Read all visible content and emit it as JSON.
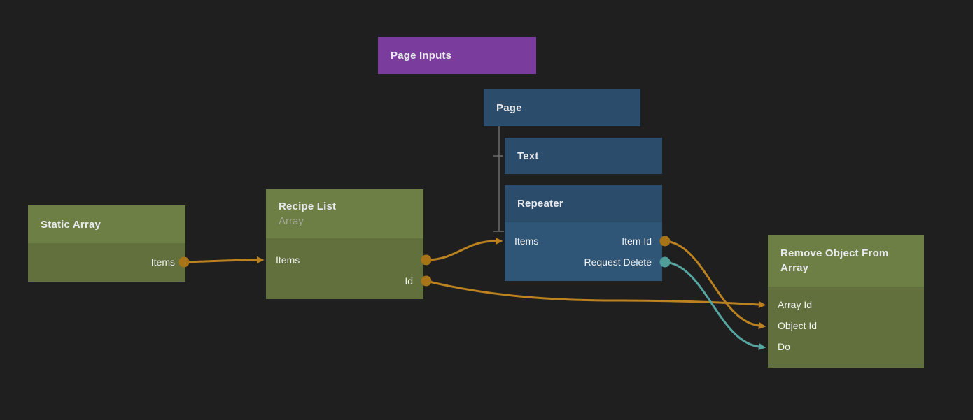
{
  "app": {
    "name": "node-graph-editor",
    "background": "#1f1f1f"
  },
  "colors": {
    "component_node": "#7a3d9e",
    "visual_node_header": "#2b4d6b",
    "visual_node_body": "#2f5577",
    "data_node_header": "#6e7f46",
    "data_node_body": "#61703c",
    "connection_signal": "#bc8220",
    "connection_event": "#55a5a0"
  },
  "nodes": {
    "page_inputs": {
      "title": "Page Inputs"
    },
    "page": {
      "title": "Page"
    },
    "text": {
      "title": "Text"
    },
    "repeater": {
      "title": "Repeater",
      "ports": {
        "items": "Items",
        "item_id": "Item Id",
        "request_delete": "Request Delete"
      }
    },
    "static_array": {
      "title": "Static Array",
      "ports": {
        "items": "Items"
      }
    },
    "recipe_list": {
      "title": "Recipe List",
      "subtitle": "Array",
      "ports": {
        "items": "Items",
        "id": "Id"
      }
    },
    "remove_object_from_array": {
      "title": "Remove Object From Array",
      "ports": {
        "array_id": "Array Id",
        "object_id": "Object Id",
        "do": "Do"
      }
    }
  },
  "connections": [
    {
      "from": "Static Array.Items",
      "to": "Recipe List.Items",
      "color": "#bc8220"
    },
    {
      "from": "Recipe List.Items",
      "to": "Repeater.Items",
      "color": "#bc8220"
    },
    {
      "from": "Recipe List.Id",
      "to": "Remove Object From Array.Array Id",
      "color": "#bc8220"
    },
    {
      "from": "Repeater.Item Id",
      "to": "Remove Object From Array.Object Id",
      "color": "#bc8220"
    },
    {
      "from": "Repeater.Request Delete",
      "to": "Remove Object From Array.Do",
      "color": "#55a5a0"
    }
  ],
  "hierarchy": [
    {
      "parent": "Page",
      "children": [
        "Text",
        "Repeater"
      ]
    }
  ]
}
